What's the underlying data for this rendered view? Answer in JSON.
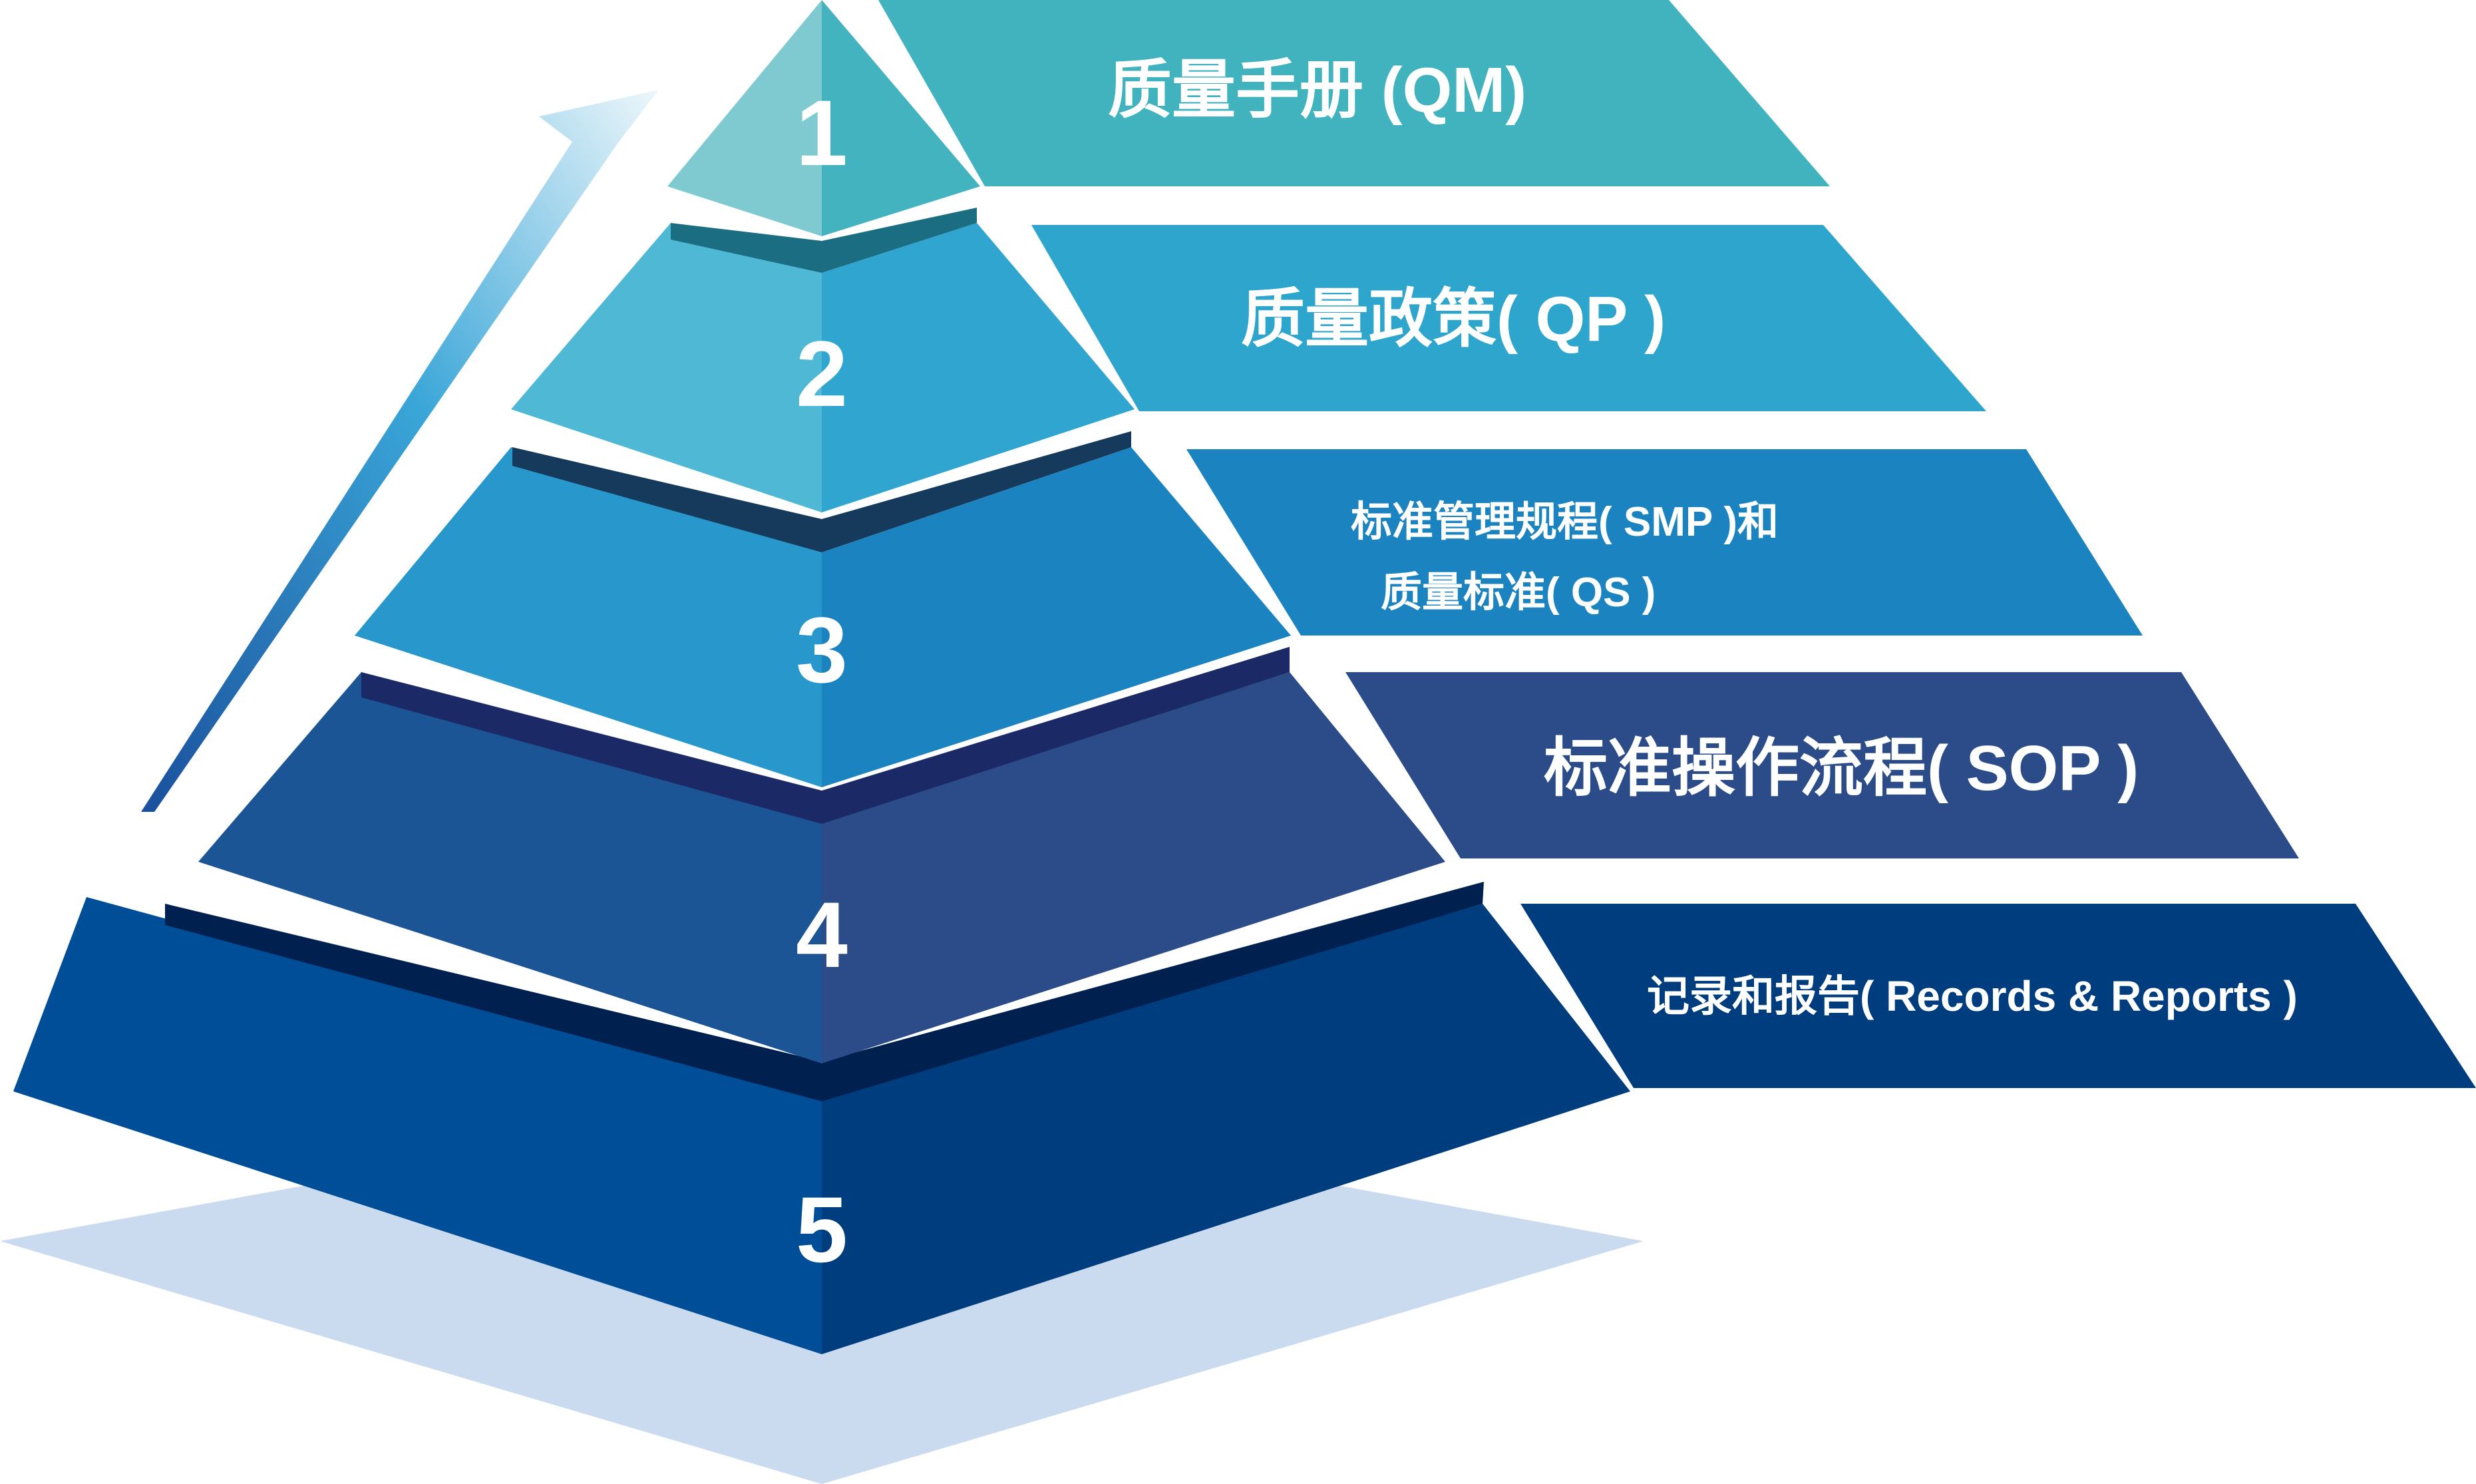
{
  "colors": {
    "ribbon_1": "#41b3bf",
    "ribbon_2": "#2ea5cc",
    "ribbon_3": "#1b83c0",
    "ribbon_4": "#2b4b89",
    "ribbon_5": "#003d7e",
    "shadow": "#cadaef"
  },
  "tiers": [
    {
      "number": "1",
      "label": [
        "质量手册 (QM)"
      ]
    },
    {
      "number": "2",
      "label": [
        "质量政策( QP )"
      ]
    },
    {
      "number": "3",
      "label": [
        "标准管理规程( SMP )和",
        "质量标准( QS )"
      ]
    },
    {
      "number": "4",
      "label": [
        "标准操作流程( SOP )"
      ]
    },
    {
      "number": "5",
      "label": [
        "记录和报告( Records & Reports )"
      ]
    }
  ]
}
